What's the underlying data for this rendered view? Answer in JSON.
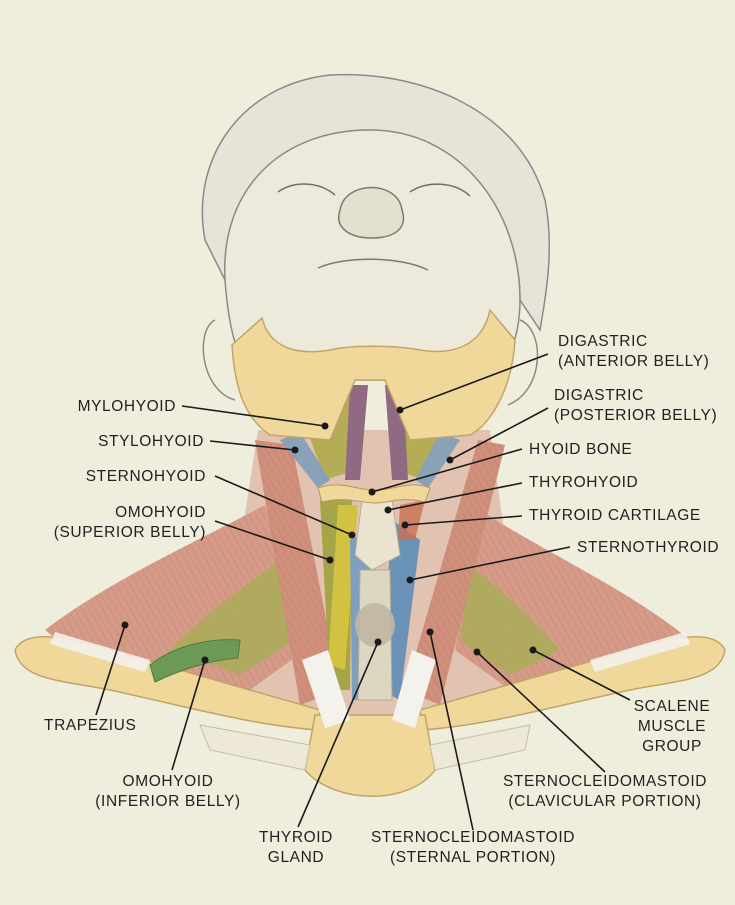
{
  "colors": {
    "background": "#efeddc",
    "bone": "#f0d79a",
    "muscle": "#d9a08a",
    "hyoid_group": "#b4ab4a",
    "omohyoid": "#d3c241",
    "sternothyroid": "#6b93b8",
    "digastric": "#8f6a82",
    "tendon": "#f4f2ec",
    "leader_line": "#1b1b1b"
  },
  "labels": {
    "digastric_anterior": [
      "DIGASTRIC",
      "(ANTERIOR BELLY)"
    ],
    "digastric_posterior": [
      "DIGASTRIC",
      "(POSTERIOR BELLY)"
    ],
    "hyoid_bone": "HYOID BONE",
    "thyrohyoid": "THYROHYOID",
    "thyroid_cartilage": "THYROID CARTILAGE",
    "sternothyroid": "STERNOTHYROID",
    "mylohyoid": "MYLOHYOID",
    "stylohyoid": "STYLOHYOID",
    "sternohyoid": "STERNOHYOID",
    "omohyoid_superior": [
      "OMOHYOID",
      "(SUPERIOR BELLY)"
    ],
    "trapezius": "TRAPEZIUS",
    "omohyoid_inferior": [
      "OMOHYOID",
      "(INFERIOR BELLY)"
    ],
    "thyroid_gland": [
      "THYROID",
      "GLAND"
    ],
    "scm_sternal": [
      "STERNOCLEIDOMASTOID",
      "(STERNAL PORTION)"
    ],
    "scm_clavicular": [
      "STERNOCLEIDOMASTOID",
      "(CLAVICULAR PORTION)"
    ],
    "scalene": [
      "SCALENE",
      "MUSCLE",
      "GROUP"
    ]
  }
}
